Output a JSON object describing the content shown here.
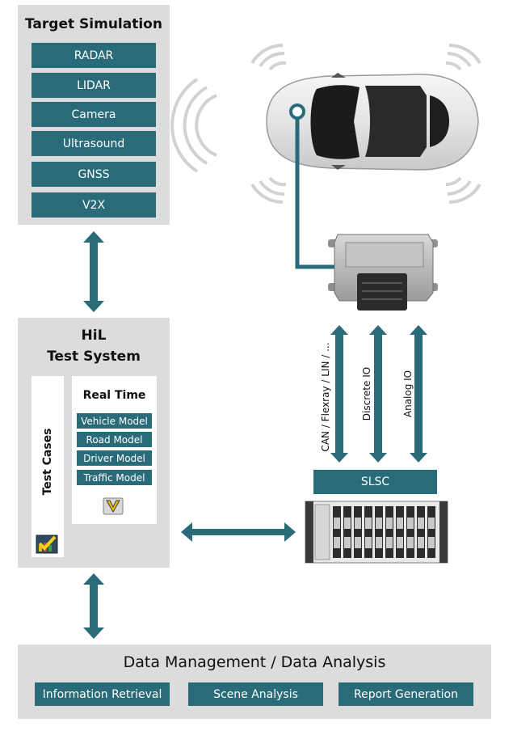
{
  "target_simulation": {
    "title": "Target Simulation",
    "items": [
      "RADAR",
      "LIDAR",
      "Camera",
      "Ultrasound",
      "GNSS",
      "V2X"
    ]
  },
  "hil": {
    "title_line1": "HiL",
    "title_line2": "Test System",
    "test_cases": "Test Cases",
    "real_time": {
      "title": "Real Time",
      "items": [
        "Vehicle Model",
        "Road Model",
        "Driver Model",
        "Traffic Model"
      ]
    }
  },
  "connections": {
    "can": "CAN / Flexray / LIN / ...",
    "discrete": "Discrete IO",
    "analog": "Analog IO"
  },
  "slsc": {
    "label": "SLSC"
  },
  "data_management": {
    "title": "Data Management / Data Analysis",
    "items": [
      "Information Retrieval",
      "Scene Analysis",
      "Report Generation"
    ]
  },
  "colors": {
    "accent": "#2a6b79",
    "panel": "#dcdcdc"
  }
}
